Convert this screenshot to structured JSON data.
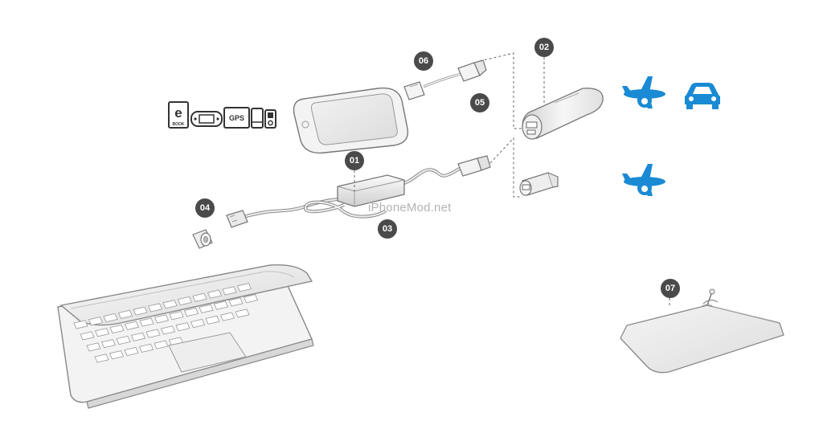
{
  "callouts": [
    {
      "id": "01",
      "label": "01"
    },
    {
      "id": "02",
      "label": "02"
    },
    {
      "id": "03",
      "label": "03"
    },
    {
      "id": "04",
      "label": "04"
    },
    {
      "id": "05",
      "label": "05"
    },
    {
      "id": "06",
      "label": "06"
    },
    {
      "id": "07",
      "label": "07"
    }
  ],
  "device_icons": {
    "ebook_letter": "e",
    "ebook_word": "BOOK",
    "gps_label": "GPS"
  },
  "usage_icons": [
    "airplane-icon",
    "car-icon",
    "airplane-icon"
  ],
  "watermark": "iPhoneMod.net",
  "colors": {
    "accent_blue": "#1a8ad4",
    "badge": "#4a4a4a",
    "line": "#666666"
  }
}
